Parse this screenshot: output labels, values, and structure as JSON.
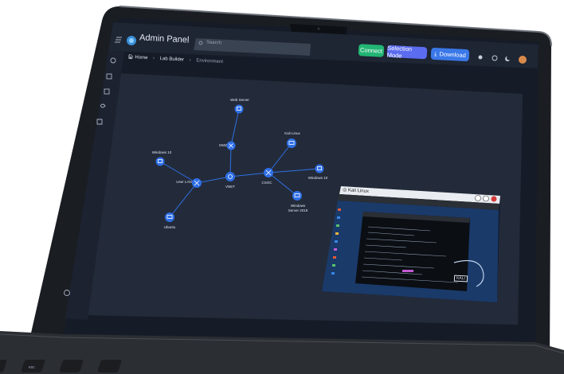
{
  "app": {
    "title": "Admin Panel",
    "search_placeholder": "Search"
  },
  "toolbar": {
    "connect_label": "Connect",
    "selection_mode_label": "Selection Mode",
    "download_label": "Download"
  },
  "breadcrumb": {
    "home": "Home",
    "lab_builder": "Lab Builder",
    "environment": "Environment"
  },
  "network": {
    "nodes": {
      "web_server": "Web Server",
      "dmz": "DMZ",
      "kali_linux": "Kali Linux",
      "windows_10_left": "Windows 10",
      "user_lan": "User LAN",
      "vnet": "VNET",
      "csoc": "CSOC",
      "windows_10_right": "Windows 10",
      "windows_server_2019": [
        "Windows",
        "Server 2019"
      ],
      "ubuntu": "Ubuntu"
    }
  },
  "vm_window": {
    "title": "Kali Linux",
    "brand": "KALI"
  },
  "keyboard": {
    "esc": "esc"
  },
  "colors": {
    "bg_dark": "#1b2230",
    "panel": "#252d3c",
    "node_blue": "#2f6fe6",
    "connect_green": "#22b573",
    "selection_blue": "#5b6cf0",
    "download_blue": "#3a78e8"
  }
}
